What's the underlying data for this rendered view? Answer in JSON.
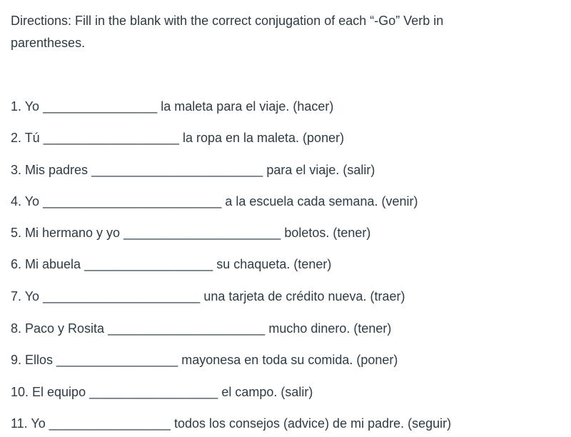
{
  "directions": "Directions: Fill in the blank with the correct conjugation of each “-Go” Verb in parentheses.",
  "items": [
    {
      "prefix": "1. Yo",
      "blank": "________________",
      "suffix": "la maleta para el viaje. (hacer)"
    },
    {
      "prefix": "2. Tú",
      "blank": "___________________",
      "suffix": "la ropa en la maleta. (poner)"
    },
    {
      "prefix": "3. Mis padres",
      "blank": "________________________",
      "suffix": "para el viaje. (salir)"
    },
    {
      "prefix": "4. Yo",
      "blank": "_________________________",
      "suffix": "a la escuela cada semana. (venir)"
    },
    {
      "prefix": "5. Mi hermano y yo",
      "blank": "______________________",
      "suffix": "boletos. (tener)"
    },
    {
      "prefix": "6. Mi abuela",
      "blank": "__________________",
      "suffix": "su chaqueta. (tener)"
    },
    {
      "prefix": "7. Yo",
      "blank": "______________________",
      "suffix": "una tarjeta de crédito nueva. (traer)"
    },
    {
      "prefix": "8. Paco y Rosita",
      "blank": "______________________",
      "suffix": "mucho dinero. (tener)"
    },
    {
      "prefix": "9. Ellos",
      "blank": "_________________",
      "suffix": "mayonesa en toda su comida. (poner)"
    },
    {
      "prefix": "10. El equipo",
      "blank": "__________________",
      "suffix": "el campo. (salir)"
    },
    {
      "prefix": "11. Yo",
      "blank": "_________________",
      "suffix": "todos los consejos (advice) de mi padre. (seguir)"
    }
  ]
}
